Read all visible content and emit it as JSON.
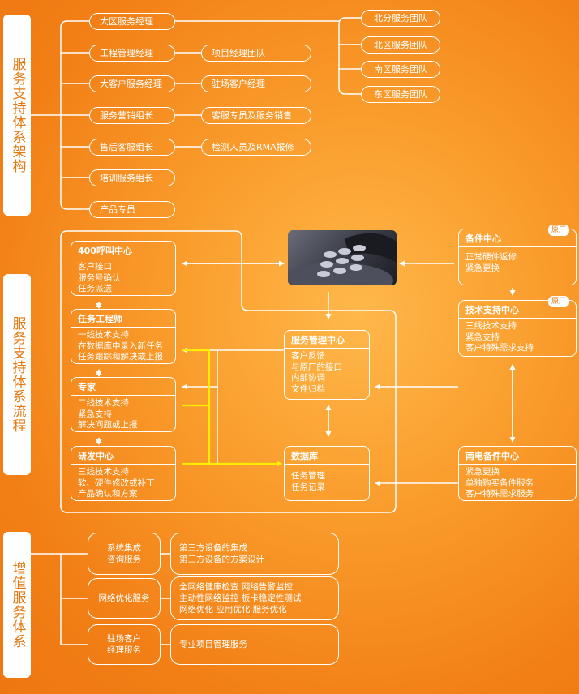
{
  "sections": {
    "architecture": "服务支持体系架构",
    "process": "服务支持体系流程",
    "value_added": "增值服务体系"
  },
  "architecture": {
    "roles": [
      "大区服务经理",
      "工程管理经理",
      "大客户服务经理",
      "服务营销组长",
      "售后客服组长",
      "培训服务组长",
      "产品专员"
    ],
    "sub_roles": [
      "项目经理团队",
      "驻场客户经理",
      "客服专员及服务销售",
      "检测人员及RMA报修"
    ],
    "regional_teams": [
      "北分服务团队",
      "北区服务团队",
      "南区服务团队",
      "东区服务团队"
    ]
  },
  "process": {
    "call_center": {
      "title": "400呼叫中心",
      "items": [
        "客户接口",
        "服务号确认",
        "任务派送"
      ]
    },
    "task_engineer": {
      "title": "任务工程师",
      "items": [
        "一线技术支持",
        "在数据库中录入新任务",
        "任务跟踪和解决或上报"
      ]
    },
    "expert": {
      "title": "专家",
      "items": [
        "二线技术支持",
        "紧急支持",
        "解决问题或上报"
      ]
    },
    "rnd": {
      "title": "研发中心",
      "items": [
        "三线技术支持",
        "软、硬件修改或补丁",
        "产品确认和方案"
      ]
    },
    "service_center": {
      "title": "服务管理中心",
      "items": [
        "客户反馈",
        "与原厂的接口",
        "内部协调",
        "文件归档"
      ]
    },
    "database": {
      "title": "数据库",
      "items": [
        "任务管理",
        "任务记录"
      ]
    },
    "spare_center": {
      "title": "备件中心",
      "tag": "原厂",
      "items": [
        "正常硬件返修",
        "紧急更换"
      ]
    },
    "tech_center": {
      "title": "技术支持中心",
      "tag": "原厂",
      "items": [
        "三线技术支持",
        "紧急支持",
        "客户特殊需求支持"
      ]
    },
    "nandian": {
      "title": "南电备件中心",
      "items": [
        "紧急更换",
        "单独购买备件服务",
        "客户特殊需求服务"
      ]
    }
  },
  "value_added": {
    "rows": [
      {
        "name": [
          "系统集成",
          "咨询服务"
        ],
        "desc": [
          "第三方设备的集成",
          "第三方设备的方案设计"
        ]
      },
      {
        "name": [
          "网络优化服务"
        ],
        "desc": [
          "全网络健康检查  网络告警监控",
          "主动性网络监控  板卡稳定性测试",
          "网络优化    应用优化    服务优化"
        ]
      },
      {
        "name": [
          "驻场客户",
          "经理服务"
        ],
        "desc": [
          "专业项目管理服务"
        ]
      }
    ]
  },
  "colors": {
    "background": "#f38a1e",
    "label_text": "#e4780f",
    "highlight_line": "#ffee00",
    "line": "#ffffff"
  }
}
